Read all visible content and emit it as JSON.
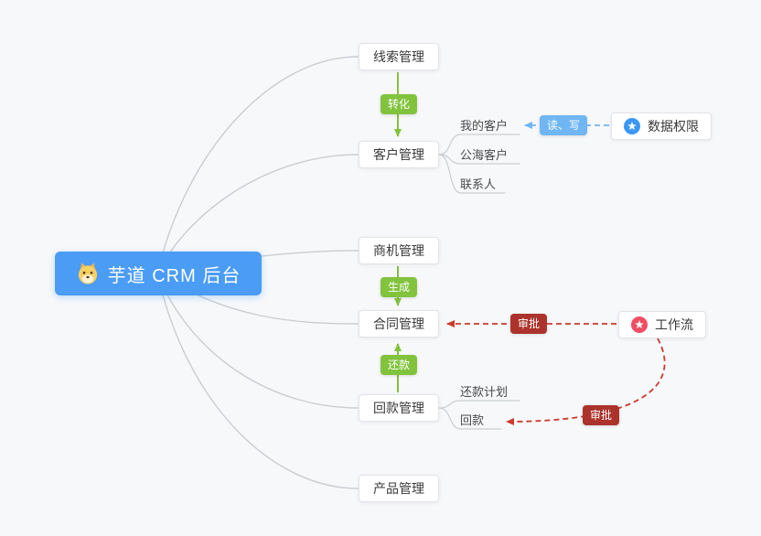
{
  "root": {
    "label": "芋道 CRM 后台"
  },
  "nodes": {
    "leads": {
      "label": "线索管理"
    },
    "customer": {
      "label": "客户管理"
    },
    "business": {
      "label": "商机管理"
    },
    "contract": {
      "label": "合同管理"
    },
    "receivable": {
      "label": "回款管理"
    },
    "product": {
      "label": "产品管理"
    }
  },
  "customer_children": {
    "my": {
      "label": "我的客户"
    },
    "public": {
      "label": "公海客户"
    },
    "contact": {
      "label": "联系人"
    }
  },
  "receivable_children": {
    "plan": {
      "label": "还款计划"
    },
    "payment": {
      "label": "回款"
    }
  },
  "edges": {
    "convert": {
      "label": "转化"
    },
    "generate": {
      "label": "生成"
    },
    "repay": {
      "label": "还款"
    },
    "read_write": {
      "label": "读、写"
    },
    "approve_contract": {
      "label": "审批"
    },
    "approve_receivable": {
      "label": "审批"
    }
  },
  "external": {
    "data_permission": {
      "label": "数据权限"
    },
    "workflow": {
      "label": "工作流"
    }
  },
  "colors": {
    "background": "#f7f8fa",
    "root_bg": "#4b9cf5",
    "edge_green": "#82c33e",
    "edge_blue": "#6fb6f3",
    "badge_red": "#ac332c",
    "dash_red": "#cb3a2e",
    "branch_gray": "#c9cdd2",
    "permission_icon": "#3b97f5",
    "workflow_icon": "#ee4f63"
  }
}
